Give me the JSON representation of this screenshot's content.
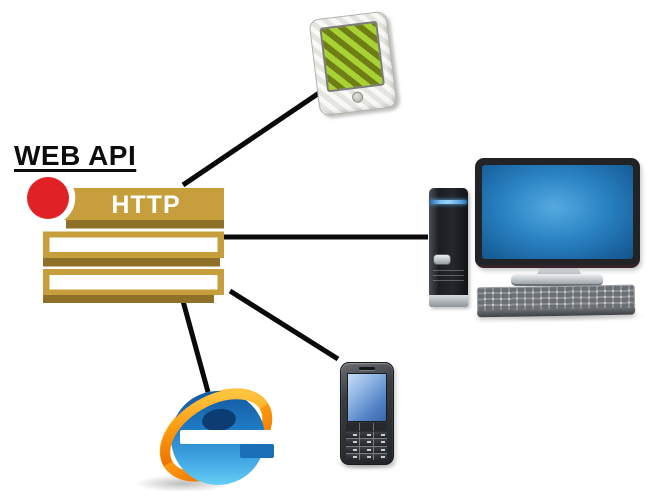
{
  "diagram": {
    "type": "architecture-diagram",
    "topic": "Web API serving multiple client devices over HTTP",
    "api_block": {
      "title": "WEB API",
      "protocol_label": "HTTP",
      "endpoint_marker": "red-dot",
      "resource_bars": 2
    },
    "clients": [
      {
        "id": "tablet",
        "label": "Tablet device",
        "icon": "tablet-icon"
      },
      {
        "id": "desktop",
        "label": "Desktop computer",
        "icon": "desktop-computer-icon",
        "parts": [
          "tower",
          "monitor",
          "keyboard"
        ]
      },
      {
        "id": "phone",
        "label": "Mobile phone",
        "icon": "mobile-phone-icon",
        "parts": [
          "screen",
          "keypad"
        ]
      },
      {
        "id": "browser",
        "label": "Internet Explorer browser",
        "icon": "internet-explorer-icon"
      }
    ],
    "connections": [
      {
        "from": "web-api-http-ribbon",
        "to": "tablet"
      },
      {
        "from": "web-api-resource-bar-1",
        "to": "desktop"
      },
      {
        "from": "web-api-resource-bar-2",
        "to": "phone"
      },
      {
        "from": "web-api-resource-bar-2",
        "to": "browser"
      }
    ]
  },
  "colors": {
    "background": "#FFFFFF",
    "ribbon_gold": "#C79E3C",
    "ribbon_gold_dark": "#8E7026",
    "red_dot": "#E02227",
    "connector_line": "#0A0A0A",
    "monitor_screen_blue": "#2A83C4",
    "tablet_stripe_light": "#A8D133",
    "tablet_stripe_dark": "#6E7D15",
    "phone_screen_blue": "#4E7FC2",
    "ie_blue": "#1E7CC4",
    "ie_ring_orange": "#F58A00"
  }
}
